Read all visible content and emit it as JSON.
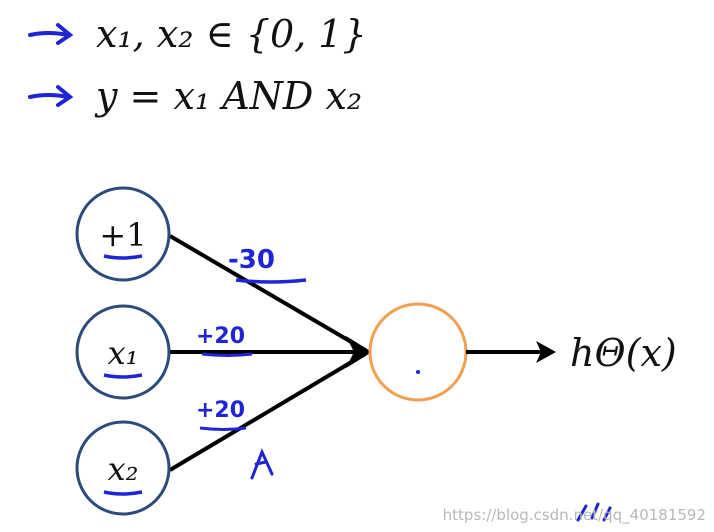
{
  "statements": [
    {
      "text": "x₁, x₂ ∈ {0, 1}"
    },
    {
      "text": "y = x₁ AND x₂"
    }
  ],
  "nodes": {
    "bias": "+1",
    "x1": "x₁",
    "x2": "x₂",
    "output": "hΘ(x)"
  },
  "weights": {
    "bias": "-30",
    "x1": "+20",
    "x2": "+20"
  },
  "watermark": "https://blog.csdn.net/qq_40181592",
  "colors": {
    "input_node": "#2c4a7c",
    "output_node": "#f0a050",
    "annotation": "#1f24d6"
  }
}
